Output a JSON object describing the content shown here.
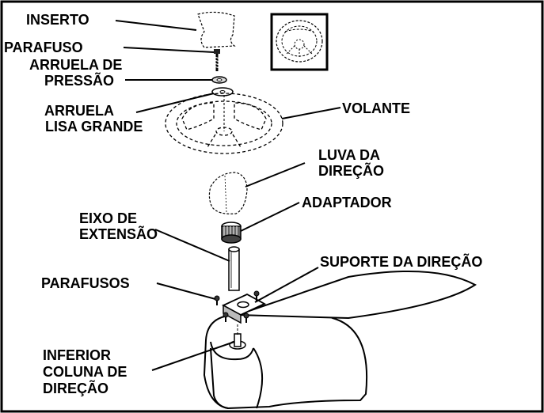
{
  "labels": {
    "inserto": "INSERTO",
    "parafuso": "PARAFUSO",
    "arruela_pressao_1": "ARRUELA DE",
    "arruela_pressao_2": "PRESSÃO",
    "arruela_lisa_1": "ARRUELA",
    "arruela_lisa_2": "LISA GRANDE",
    "volante": "VOLANTE",
    "luva_1": "LUVA DA",
    "luva_2": "DIREÇÃO",
    "adaptador": "ADAPTADOR",
    "eixo_1": "EIXO DE",
    "eixo_2": "EXTENSÃO",
    "suporte": "SUPORTE DA DIREÇÃO",
    "parafusos": "PARAFUSOS",
    "inferior_1": "INFERIOR",
    "inferior_2": "COLUNA DE",
    "inferior_3": "DIREÇÃO"
  }
}
